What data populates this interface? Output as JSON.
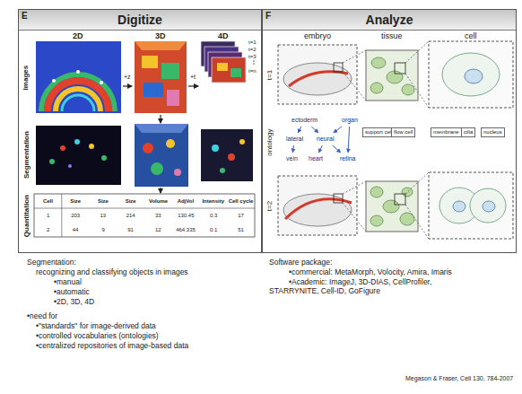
{
  "diagram": {
    "nodes": [
      {
        "text": [
          "Digitize"
        ]
      },
      {
        "text": [
          "Analyze"
        ]
      },
      {
        "text": [
          "ectoderm"
        ],
        "in": 1
      },
      {
        "text": [
          "organ"
        ],
        "in": 1
      },
      {
        "text": [
          "lateral"
        ],
        "in": 1
      },
      {
        "text": [
          "neural"
        ],
        "in": 1
      },
      {
        "text": [
          "vein"
        ],
        "in": 1
      },
      {
        "text": [
          "heart"
        ],
        "in": 1
      },
      {
        "text": [
          "retina"
        ],
        "in": 1
      },
      {
        "text": [
          "support cell"
        ],
        "in": 1
      },
      {
        "text": [
          "flow cell"
        ],
        "in": 1
      },
      {
        "text": [
          "membrane"
        ],
        "in": 1
      },
      {
        "text": [
          "cilia"
        ],
        "in": 1
      },
      {
        "text": [
          "nucleus"
        ],
        "in": 1
      }
    ],
    "edges": [
      {
        "from": 2,
        "to": 4,
        "arrow": "to"
      },
      {
        "from": 2,
        "to": 5,
        "arrow": "to"
      },
      {
        "from": 3,
        "to": 5,
        "arrow": "to"
      },
      {
        "from": 3,
        "to": 8,
        "arrow": "to"
      },
      {
        "from": 4,
        "to": 6,
        "arrow": "to"
      },
      {
        "from": 5,
        "to": 7,
        "arrow": "to"
      },
      {
        "from": 5,
        "to": 8,
        "arrow": "to"
      }
    ],
    "labels": [
      "E",
      "2D",
      "3D",
      "4D",
      "Images",
      "+z",
      "+t",
      "t=1",
      "t=2",
      "t=3",
      "t=n",
      "Segmentation",
      "Quantitation",
      "Cell",
      "Size",
      "Size",
      "Size",
      "Volume",
      "AdjVol",
      "Intensity",
      "Cell cycle",
      "1",
      "203",
      "13",
      "214",
      "33",
      "130.45",
      "0.3",
      "17",
      "2",
      "44",
      "9",
      "91",
      "12",
      "464.335",
      "0.1",
      "51",
      "F",
      "embryo",
      "tissue",
      "cell",
      "t=1",
      "ontology",
      "t=2",
      "Segmentation:",
      "recognizing and classifying objects in images",
      "•manual",
      "•automatic",
      "•2D, 3D, 4D",
      "•need for",
      "•\"standards\" for image-derived data",
      "•controlled vocabularies (ontologies)",
      "•centralized repositories of image-based data",
      "Software package:",
      "•commercial: MetaMorph, Volocity, Amira, Imaris",
      "•Academic: ImageJ, 3D-DIAS, CellProfiler, STARRYNITE, Cell-ID, GoFigure",
      "Megason & Fraser, Cell 130, 784-2007"
    ]
  }
}
